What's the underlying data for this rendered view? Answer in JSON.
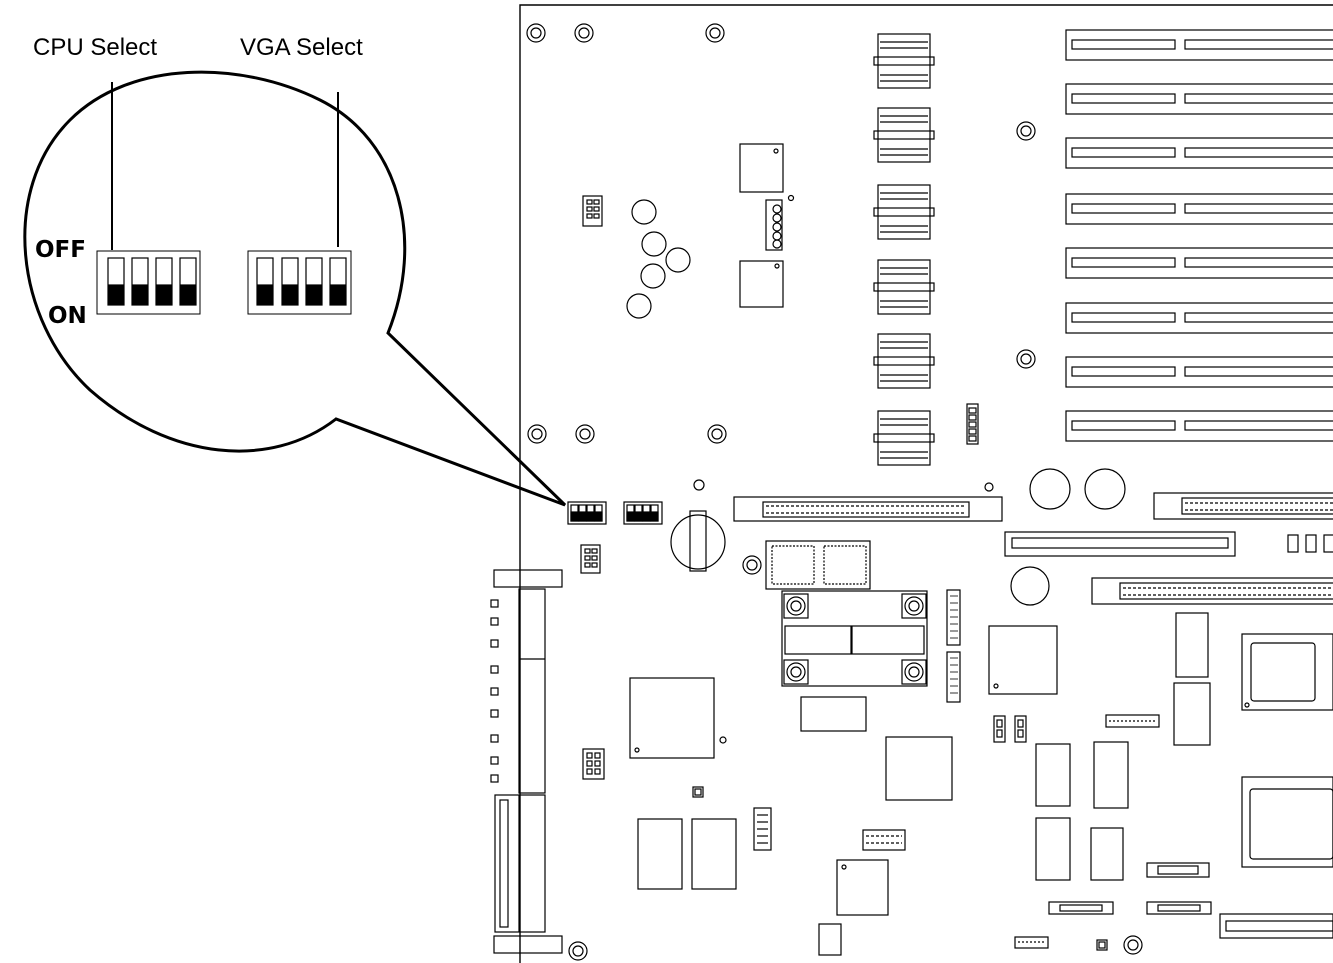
{
  "callout": {
    "cpu_select_label": "CPU Select",
    "vga_select_label": "VGA Select",
    "off_label": "OFF",
    "on_label": "ON"
  },
  "switches": {
    "cpu_select": {
      "positions": 4,
      "states": [
        "ON",
        "ON",
        "ON",
        "ON"
      ]
    },
    "vga_select": {
      "positions": 4,
      "states": [
        "ON",
        "ON",
        "ON",
        "ON"
      ]
    }
  },
  "colors": {
    "line": "#000000",
    "background": "#ffffff",
    "switch_fill": "#000000"
  }
}
